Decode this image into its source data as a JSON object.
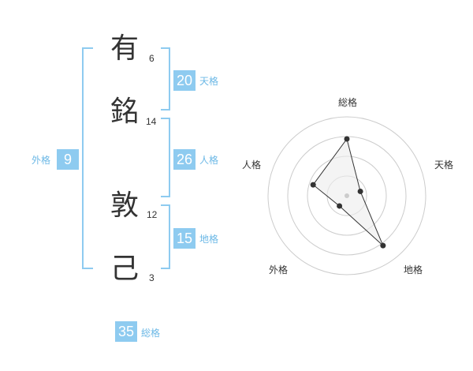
{
  "name": {
    "characters": [
      {
        "char": "有",
        "strokes": "6"
      },
      {
        "char": "銘",
        "strokes": "14"
      },
      {
        "char": "敦",
        "strokes": "12"
      },
      {
        "char": "己",
        "strokes": "3"
      }
    ]
  },
  "fortune": {
    "tenkaku": {
      "value": "20",
      "label": "天格"
    },
    "jinkaku": {
      "value": "26",
      "label": "人格"
    },
    "chikaku": {
      "value": "15",
      "label": "地格"
    },
    "gaikaku": {
      "value": "9",
      "label": "外格"
    },
    "soukaku": {
      "value": "35",
      "label": "総格"
    }
  },
  "radar": {
    "axes": [
      "総格",
      "天格",
      "地格",
      "外格",
      "人格"
    ],
    "levels": 4,
    "values": [
      0.72,
      0.18,
      0.78,
      0.16,
      0.45
    ]
  },
  "colors": {
    "badge": "#8ecbf0",
    "label": "#6cb8e6",
    "text": "#333333",
    "ring": "#cccccc",
    "fill": "#ececec"
  }
}
